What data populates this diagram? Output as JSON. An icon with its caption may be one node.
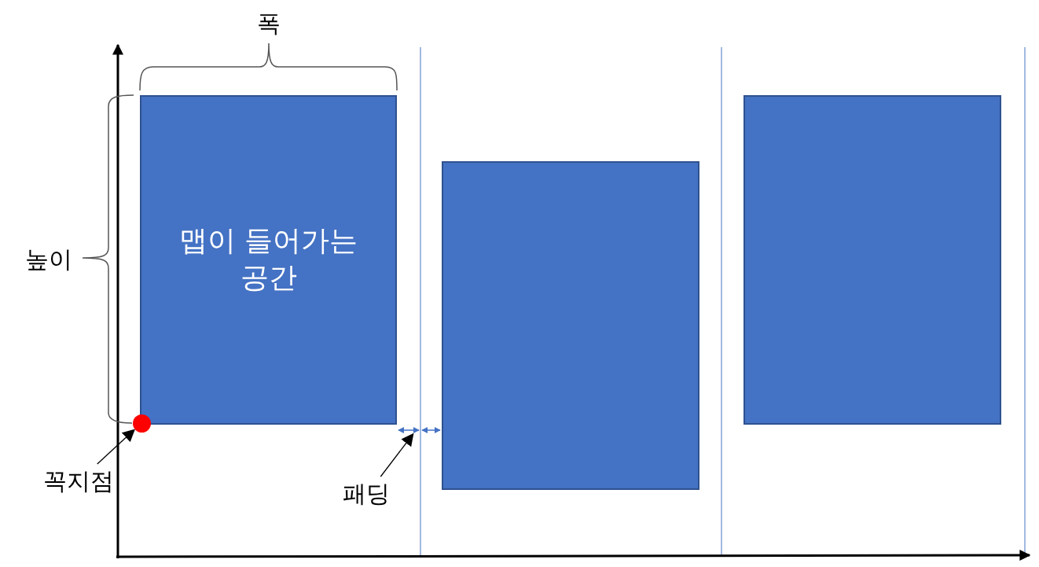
{
  "diagram": {
    "nodes": [
      {
        "text": [
          "맵이 들어가는 공간"
        ]
      },
      {
        "text": [],
        "shape": "box"
      },
      {
        "text": [],
        "shape": "box"
      },
      {
        "text": [
          "꼭지점"
        ]
      },
      {
        "text": [],
        "shape": "circle"
      },
      {
        "text": [
          "패딩"
        ]
      },
      {
        "text": [],
        "shape": "bar"
      }
    ],
    "edges": [
      {
        "from": 3,
        "to": 4,
        "arrow": "to"
      },
      {
        "from": 5,
        "to": 6,
        "arrow": "to"
      }
    ],
    "labels": [
      "폭",
      "높이"
    ]
  }
}
